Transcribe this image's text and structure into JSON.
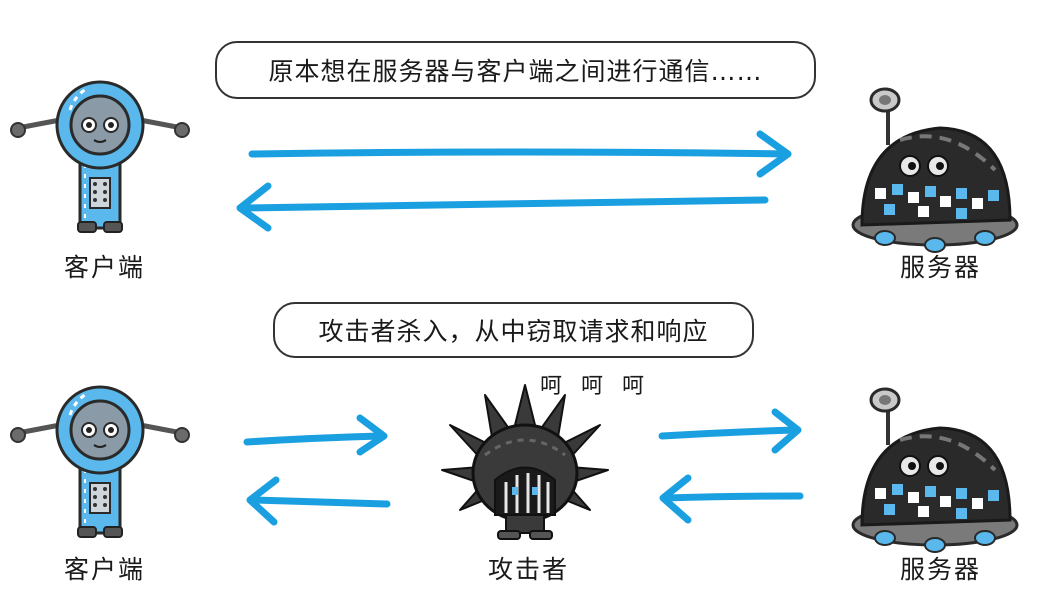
{
  "top_scene": {
    "bubble_text": "原本想在服务器与客户端之间进行通信……",
    "client_label": "客户端",
    "server_label": "服务器"
  },
  "bottom_scene": {
    "bubble_text": "攻击者杀入，从中窃取请求和响应",
    "laugh_text": "呵 呵 呵",
    "client_label": "客户端",
    "attacker_label": "攻击者",
    "server_label": "服务器"
  },
  "colors": {
    "arrow": "#1a9fe0",
    "robot_body": "#5ab8ec",
    "server_dome": "#2a2a2a",
    "attacker": "#3a3a3a"
  }
}
